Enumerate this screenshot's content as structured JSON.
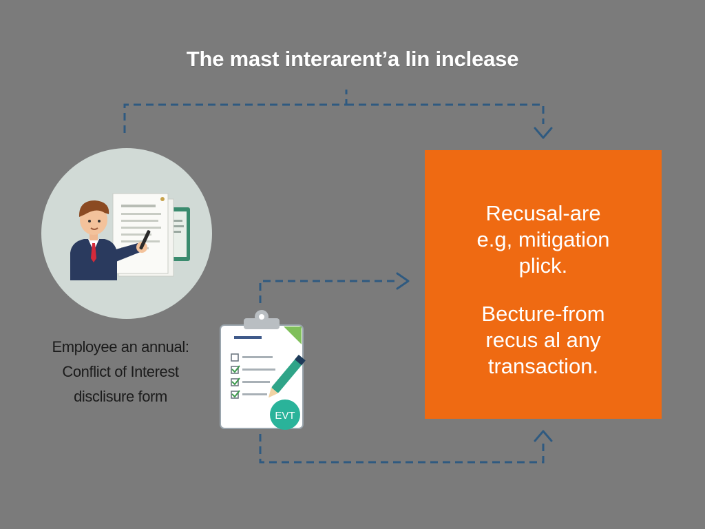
{
  "diagram": {
    "title": "The mast interarent’a lin inclease",
    "employee": {
      "caption": [
        "Employee an annual:",
        "Conflict of Interest",
        "disclisure form"
      ],
      "icon": "employee-with-document-icon"
    },
    "form": {
      "icon": "clipboard-checklist-icon",
      "badge": "EVT"
    },
    "result": {
      "text_1": "Recusal-are\ne.g, mitigation\nplick.",
      "text_2": "Becture-from\nrecus al any\ntransaction."
    },
    "colors": {
      "background": "#7b7b7b",
      "result_box": "#ef6a12",
      "connector": "#2f5a80",
      "circle": "#d1dad6",
      "badge": "#2ab39a"
    }
  }
}
